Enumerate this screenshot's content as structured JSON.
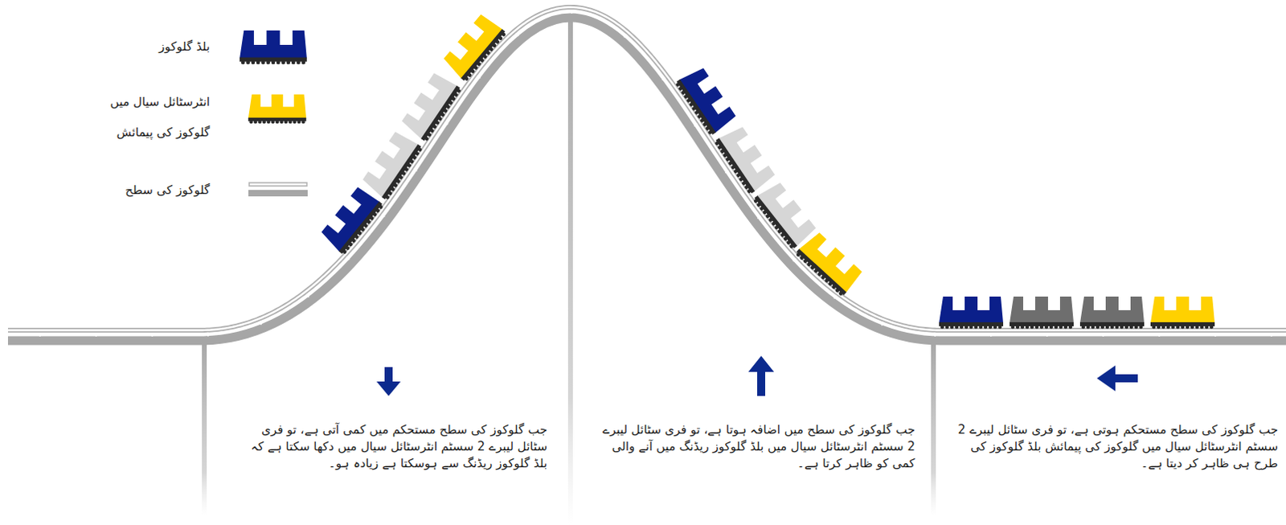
{
  "diagram": {
    "labels": [
      "جب گلوکوز کی سطح مستحکم ہوتی ہے، تو فری سٹائل لیبرے 2 سسٹم انٹرسٹائل سیال میں گلوکوز کی پیمائش بلڈ گلوکوز کی طرح ہی ظاہر کر دیتا ہے۔",
      "جب گلوکوز کی سطح میں اضافہ ہوتا ہے، تو فری سٹائل لیبرے 2 سسٹم انٹرسٹائل سیال میں بلڈ گلوکوز ریڈنگ میں آنے والی کمی کو ظاہر کرتا ہے۔",
      "جب گلوکوز کی سطح مستحکم میں کمی آتی ہے، تو فری سٹائل لیبرے 2 سسٹم انٹرسٹائل سیال میں دکھا سکتا ہے کہ بلڈ گلوکوز ریڈنگ سے ہوسکتا ہے زیادہ ہو۔"
    ],
    "legend": [
      {
        "text": "بلڈ گلوکوز",
        "color": "#0b1f8a"
      },
      {
        "text": "انٹرسٹائل سیال میں گلوکوز کی پیمائش",
        "color": "#ffd100"
      },
      {
        "text": "گلوکوز کی سطح"
      }
    ]
  }
}
